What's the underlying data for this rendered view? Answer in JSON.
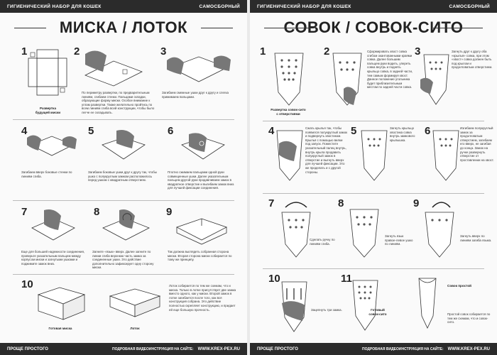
{
  "left": {
    "header": {
      "title": "ГИГИЕНИЧЕСКИЙ НАБОР ДЛЯ КОШЕК",
      "type": "САМОСБОРНЫЙ"
    },
    "title": "МИСКА / ЛОТОК",
    "labels": {
      "unfold": "Развертка\nбудущей миски",
      "ready_bowl": "Готовая миска",
      "tray": "Лоток"
    },
    "steps": [
      "1",
      "2",
      "3",
      "4",
      "5",
      "6",
      "7",
      "8",
      "9",
      "10"
    ],
    "captions": {
      "s2": "По периметру развертки, по предварительным линиям, сгибаем стенки. Пальцами складки, образующие форму миски. Особое внимание к углам развертки. Также желательно пройтись по всем линиям сгиба всей конструкции, чтобы было легче ее складывать.",
      "s3": "Загибаем смежные ушки друг к другу и слегка прижимаем пальцами.",
      "s4": "Загибаем вверх боковые стенки по линиям сгиба.",
      "s5": "Загибаем боковые ушки друг к другу так, чтобы ушко с полукруглым замком расположилось перед ушком с квадратным отверстием.",
      "s6": "Плотно сжимаем пальцами одной руки совмещенные ушки. Далее указательным пальцем другой руки продавливаем замок в квадратное отверстие и выгибаем замок вниз для лучшей фиксации соединения.",
      "s7": "Еще для большей надежности соединения, проверьте указательным пальцем между корпусом миски и загнутыми ушками и поджимите замок вниз.",
      "s8": "Загните «язык» вверх. Далее загните по линии сгиба верхнюю часть замка за соединенные ушки. Это действие дополнительно зафиксирует одну сторону миски.",
      "s9": "Так должна выглядеть собранная сторона миски. Вторая сторона миски собирается по тому же принципу.",
      "s10": "Лоток собирается по тем же схемам, что и миска. Только в лотке присутствует две замка вместо одного, как у миски. Второй замок в лотке загибается после того, как вся конструкция собрана. Это действие полностью скрепляет конструкцию, и придает ей еще большую прочность."
    },
    "footer": {
      "left": "ПРОЩЕ ПРОСТОГО",
      "mid": "ПОДРОБНАЯ ВИДЕОИНСТРУКЦИЯ НА САЙТЕ:",
      "url": "WWW.KREX-PEX.RU"
    }
  },
  "right": {
    "header": {
      "title": "ГИГИЕНИЧЕСКИЙ НАБОР ДЛЯ КОШЕК",
      "type": "САМОСБОРНЫЙ"
    },
    "title": "СОВОК / СОВОК-СИТО",
    "labels": {
      "unfold": "Развертка совок-сито\nс отверстиями",
      "ready_sieve": "Готовый\nсовок-сито",
      "scoop": "Совок простой"
    },
    "steps": [
      "1",
      "2",
      "3",
      "4",
      "5",
      "6",
      "7",
      "8",
      "9",
      "10",
      "11"
    ],
    "captions": {
      "s2": "Сформировать хвост совка сгибом окантованными краями совка. Далее большим пальцем руки водить, упереть совка внутрь и поднять крыльцо совка, в задней части, тем самым формируя хвост. Данное положение угольника будет приблизительным местом по задней части совка.",
      "s3": "Загнуть друг к другу оба «крылья» совка, при этом «хвост» совка должен быть под крылом и продолговатым отверстием.",
      "s4": "Сжать крылья так, чтобы появился полукруглый замок и подвернуть хвостиком. Крылья с помощью вилки под запуск. Поместите указательный палец внутрь, внутрь крыла продавить полукруглый замок в отверстие и выгнуть вверх для лучшей фиксации. Это же проделать и с другой стороны.",
      "s5": "Загнуть крыльцо хвостика совка внутрь замкового крылышка.",
      "s6": "Изгибаем полукруглый замок за продолговатым отверстием, загибаем его вверх, не загибая до конца. Замок на ручке развернуть отверстие от проставлении на хвост.",
      "s7": "Сделать ручку по линиям сгиба.",
      "s8": "Загнуть язык правое-левое ушко по линиям.",
      "s9": "Загнуть вверх по линиям загиба языка.",
      "s10": "Зацепнуть три замка.",
      "s11": "Простой совок собирается по тем же схемам, что и совок-сито."
    },
    "footer": {
      "left": "ПРОЩЕ ПРОСТОГО",
      "mid": "ПОДРОБНАЯ ВИДЕОИНСТРУКЦИЯ НА САЙТЕ:",
      "url": "WWW.KREX-PEX.RU"
    }
  }
}
